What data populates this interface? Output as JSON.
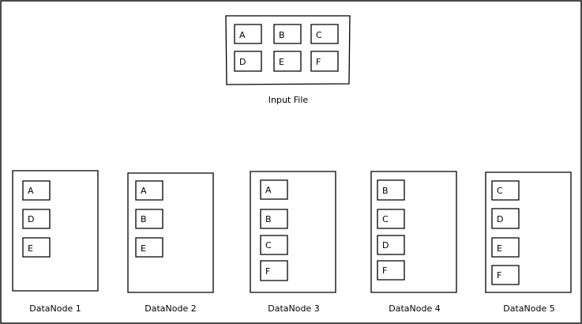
{
  "diagram": {
    "input_file": {
      "caption": "Input File",
      "blocks": [
        "A",
        "B",
        "C",
        "D",
        "E",
        "F"
      ]
    },
    "datanodes": [
      {
        "caption": "DataNode 1",
        "blocks": [
          "A",
          "D",
          "E"
        ]
      },
      {
        "caption": "DataNode 2",
        "blocks": [
          "A",
          "B",
          "E"
        ]
      },
      {
        "caption": "DataNode 3",
        "blocks": [
          "A",
          "B",
          "C",
          "F"
        ]
      },
      {
        "caption": "DataNode 4",
        "blocks": [
          "B",
          "C",
          "D",
          "F"
        ]
      },
      {
        "caption": "DataNode 5",
        "blocks": [
          "C",
          "D",
          "E",
          "F"
        ]
      }
    ]
  }
}
